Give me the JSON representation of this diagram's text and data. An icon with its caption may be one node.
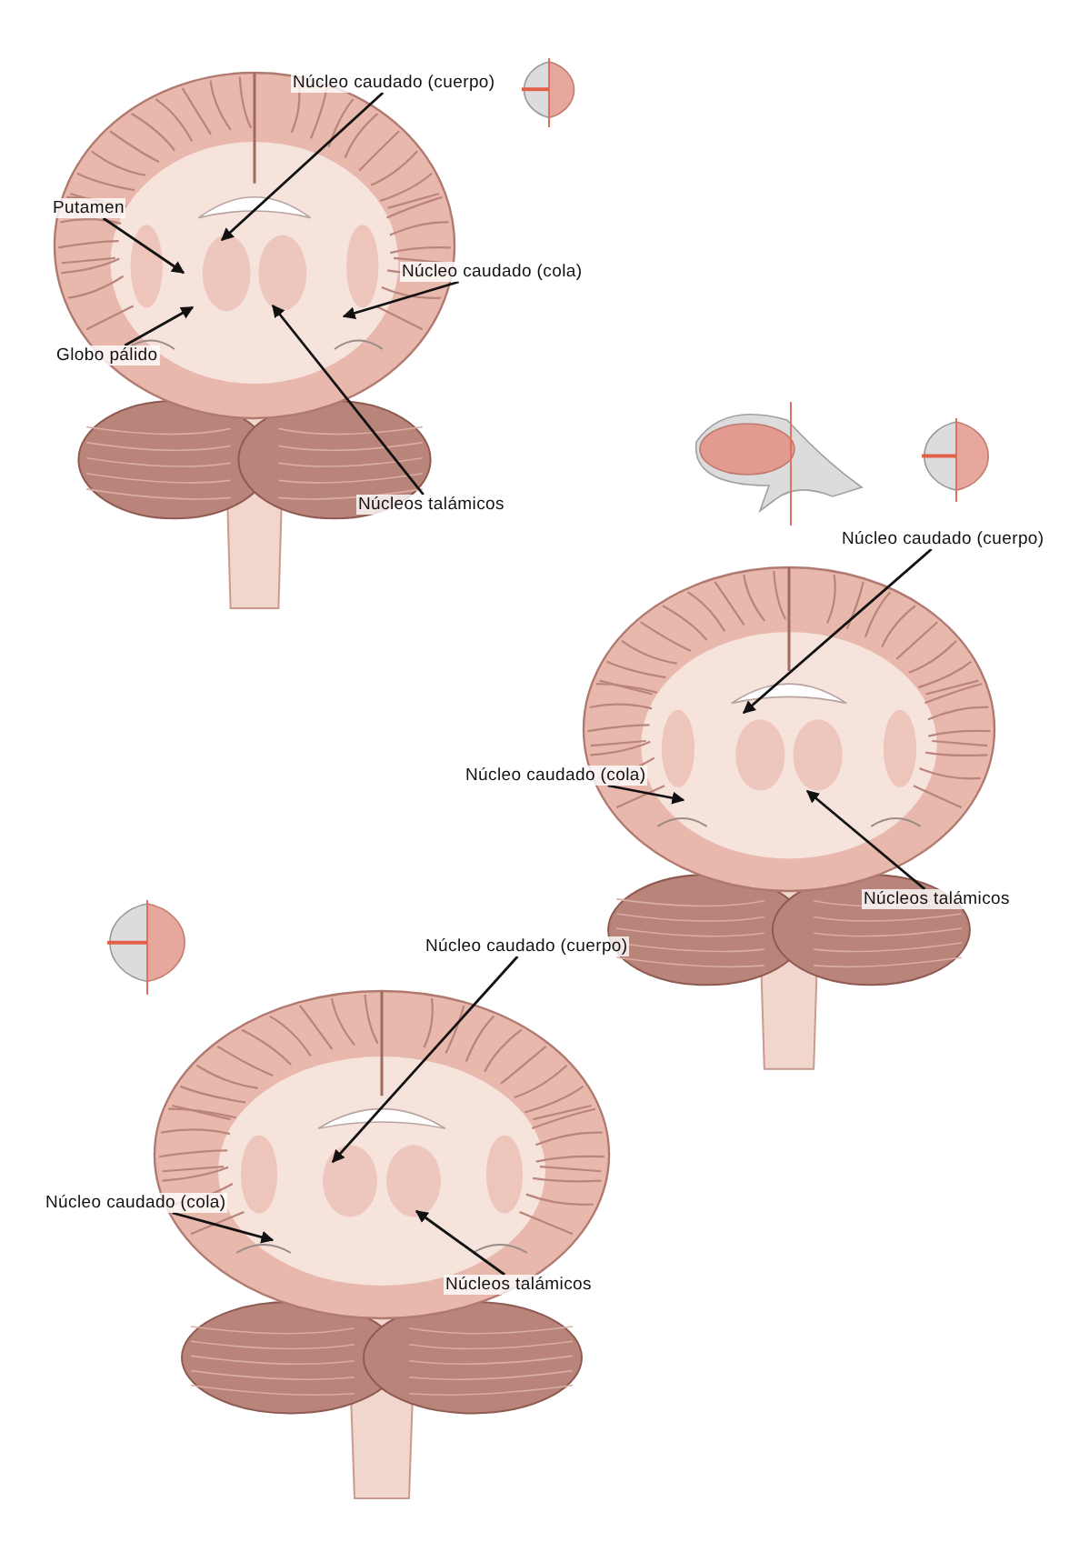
{
  "diagram": {
    "nodes": [
      {
        "text": [
          "Núcleo caudado (cuerpo)"
        ]
      },
      {
        "text": [
          "Putamen"
        ]
      },
      {
        "text": [
          "Núcleo caudado (cola)"
        ]
      },
      {
        "text": [
          "Globo pálido"
        ]
      },
      {
        "text": [
          "Núcleos talámicos"
        ]
      },
      {
        "text": [
          "Núcleo caudado (cuerpo)"
        ]
      },
      {
        "text": [
          "Núcleo caudado (cola)"
        ]
      },
      {
        "text": [
          "Núcleos talámicos"
        ]
      },
      {
        "text": [
          "Núcleo caudado (cuerpo)"
        ]
      },
      {
        "text": [
          "Núcleo caudado (cola)"
        ]
      },
      {
        "text": [
          "Núcleos talámicos"
        ]
      }
    ],
    "edges": [
      {
        "from": 0,
        "to": null,
        "arrow": "to"
      },
      {
        "from": 1,
        "to": null,
        "arrow": "to"
      },
      {
        "from": 2,
        "to": null,
        "arrow": "to"
      },
      {
        "from": 3,
        "to": null,
        "arrow": "to"
      },
      {
        "from": 4,
        "to": null,
        "arrow": "to"
      },
      {
        "from": 5,
        "to": null,
        "arrow": "to"
      },
      {
        "from": 6,
        "to": null,
        "arrow": "to"
      },
      {
        "from": 7,
        "to": null,
        "arrow": "to"
      },
      {
        "from": 8,
        "to": null,
        "arrow": "to"
      },
      {
        "from": 9,
        "to": null,
        "arrow": "to"
      },
      {
        "from": 10,
        "to": null,
        "arrow": "to"
      }
    ]
  }
}
